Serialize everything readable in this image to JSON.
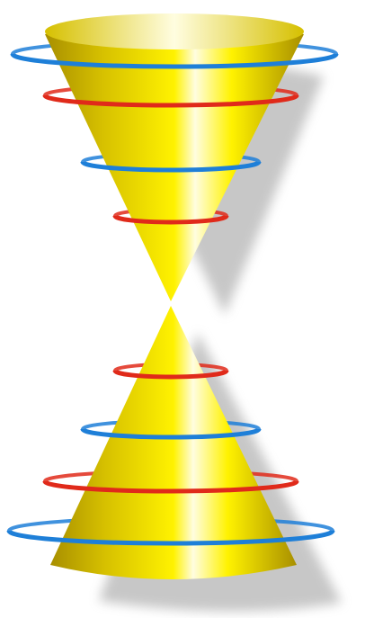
{
  "palette": {
    "background": "#ffffff",
    "cone_gold_dark": "#a88f00",
    "cone_gold_mid": "#d6c000",
    "cone_gold_light": "#fff200",
    "cone_highlight": "#fffde0",
    "ring_blue": "#1e7fd8",
    "ring_red": "#e02a1a",
    "shadow": "#9a9a9a"
  },
  "figure": {
    "upper_cone": {
      "orientation": "opening-up",
      "rings_top_to_bottom": [
        "blue",
        "red",
        "blue",
        "red"
      ]
    },
    "lower_cone": {
      "orientation": "opening-down",
      "rings_top_to_bottom": [
        "red",
        "blue",
        "red",
        "blue"
      ]
    },
    "has_drop_shadow": true
  }
}
